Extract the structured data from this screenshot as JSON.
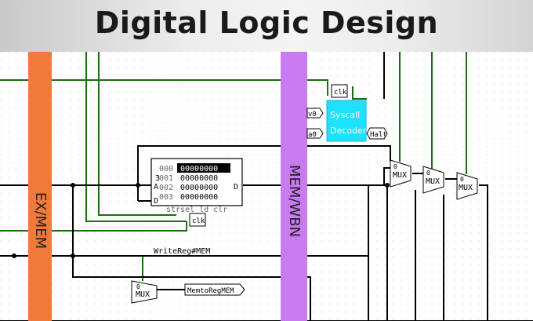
{
  "banner": {
    "title": "Digital Logic Design"
  },
  "pipeline": {
    "ex_mem": "EX/MEM",
    "mem_wbn": "MEM/WBN"
  },
  "colors": {
    "ex_mem_bar": "#f07a3a",
    "mem_wbn_bar": "#c87af0",
    "syscall_box": "#1ee0ff",
    "green_wire": "#1a6e12",
    "black_wire": "#000000"
  },
  "register_file": {
    "addresses": [
      "000",
      "001",
      "002",
      "003"
    ],
    "values": [
      "00000000",
      "00000000",
      "00000000",
      "00000000"
    ],
    "port_a": "A",
    "port_d_in": "D",
    "port_d_out": "D",
    "bottom_labels": "strsel   ld clr",
    "pin_3": "3"
  },
  "clk_labels": {
    "syscall": "clk",
    "register": "clk"
  },
  "syscall": {
    "label_line1": "Syscall",
    "label_line2": "Decoder",
    "in_v0": "v0",
    "in_a0": "a0",
    "out_halt": "Halt"
  },
  "muxes": [
    {
      "sel": "0",
      "label": "MUX"
    },
    {
      "sel": "0",
      "label": "MUX"
    },
    {
      "sel": "0",
      "label": "MUX"
    },
    {
      "sel": "0",
      "label": "MUX"
    }
  ],
  "wire_labels": {
    "write_reg": "WriteReg#MEM",
    "memto_reg": "MemtoRegMEM"
  }
}
